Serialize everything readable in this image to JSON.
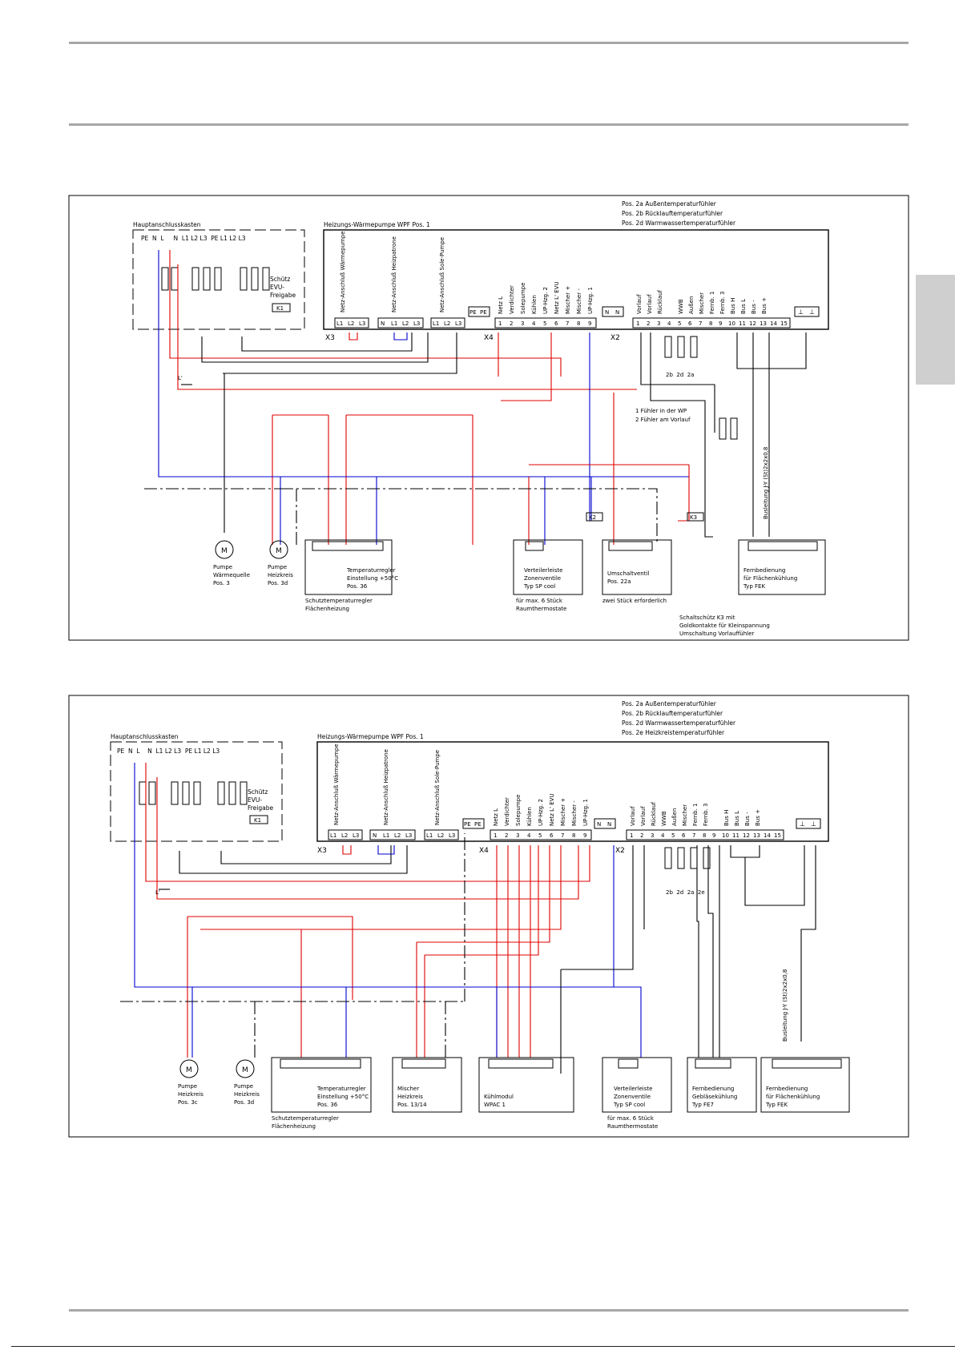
{
  "diagram1": {
    "legend": [
      "Pos. 2a Außentemperaturfühler",
      "Pos. 2b Rücklauftemperaturfühler",
      "Pos. 2d Warmwassertemperaturfühler"
    ],
    "hak_title": "Hauptanschlusskasten",
    "hak_terms": "PE  N  L     N  L1 L2 L3  PE L1 L2 L3",
    "schuetz": [
      "Schütz",
      "EVU-",
      "Freigabe"
    ],
    "k1": "K1",
    "wp_title": "Heizungs-Wärmepumpe WPF Pos. 1",
    "x3": "X3",
    "x4": "X4",
    "x2": "X2",
    "lprime": "L'",
    "fuehler_note": [
      "1 Fühler in der WP",
      "2 Fühler am Vorlauf"
    ],
    "bus": "Busleitung J-Y (St)2x2x0,8",
    "sensors": "2b  2d  2a",
    "k2": "K2",
    "k3": "K3",
    "box_pumpe_wq": [
      "Pumpe",
      "Wärmequelle",
      "Pos. 3"
    ],
    "box_pumpe_hk": [
      "Pumpe",
      "Heizkreis",
      "Pos. 3d"
    ],
    "box_temp": [
      "Temperaturregler",
      "Einstellung +50°C",
      "Pos. 36"
    ],
    "box_temp_sub": [
      "Schutztemperaturregler",
      "Flächenheizung"
    ],
    "box_vert": [
      "Verteilerleiste",
      "Zonenventile",
      "Typ SP cool"
    ],
    "box_vert_sub": [
      "für max. 6 Stück",
      "Raumthermostate"
    ],
    "box_umsch": [
      "Umschaltventil",
      "Pos. 22a"
    ],
    "box_umsch_sub": "zwei Stück erforderlich",
    "box_fern": [
      "Fernbedienung",
      "für Flächenkühlung",
      "Typ FEK"
    ],
    "k3_note": [
      "Schaltschütz K3 mit",
      "Goldkontakte für Kleinspannung",
      "Umschaltung Vorlauffühler"
    ]
  },
  "diagram2": {
    "legend": [
      "Pos. 2a Außentemperaturfühler",
      "Pos. 2b Rücklauftemperaturfühler",
      "Pos. 2d Warmwassertemperaturfühler",
      "Pos. 2e Heizkreistemperaturfühler"
    ],
    "hak_title": "Hauptanschlusskasten",
    "hak_terms": "PE  N  L    N  L1 L2 L3  PE L1 L2 L3",
    "schuetz": [
      "Schütz",
      "EVU-",
      "Freigabe"
    ],
    "k1": "K1",
    "wp_title": "Heizungs-Wärmepumpe WPF Pos. 1",
    "x3": "X3",
    "x4": "X4",
    "x2": "X2",
    "lprime": "L'",
    "bus": "Busleitung J-Y (St)2x2x0,8",
    "sensors": "2b  2d  2a  2e",
    "box_pumpe_a": [
      "Pumpe",
      "Heizkreis",
      "Pos. 3c"
    ],
    "box_pumpe_b": [
      "Pumpe",
      "Heizkreis",
      "Pos. 3d"
    ],
    "box_temp": [
      "Temperaturregler",
      "Einstellung +50°C",
      "Pos. 36"
    ],
    "box_temp_sub": [
      "Schutztemperaturregler",
      "Flächenheizung"
    ],
    "box_mischer": [
      "Mischer",
      "Heizkreis",
      "Pos. 13/14"
    ],
    "box_kuehl": [
      "Kühlmodul",
      "WPAC 1"
    ],
    "box_vert": [
      "Verteilerleiste",
      "Zonenventile",
      "Typ SP cool"
    ],
    "box_vert_sub": [
      "für max. 6 Stück",
      "Raumthermostate"
    ],
    "box_fe7": [
      "Fernbedienung",
      "Gebläsekühlung",
      "Typ FE7"
    ],
    "box_fek": [
      "Fernbedienung",
      "für Flächenkühlung",
      "Typ FEK"
    ]
  },
  "terminals": {
    "x3": [
      "L1",
      "L2",
      "L3",
      "N",
      "L1",
      "L2",
      "L3",
      "L1",
      "L2",
      "L3"
    ],
    "pe": [
      "PE",
      "PE"
    ],
    "x4": [
      "1",
      "2",
      "3",
      "4",
      "5",
      "6",
      "7",
      "8",
      "9"
    ],
    "nn": [
      "N",
      "N"
    ],
    "x2": [
      "1",
      "2",
      "3",
      "4",
      "5",
      "6",
      "7",
      "8",
      "9",
      "10",
      "11",
      "12",
      "13",
      "14",
      "15"
    ],
    "gnd": [
      "⊥",
      "⊥"
    ]
  },
  "labels": {
    "x3_top": [
      "Netz-Anschluß Wärmepumpe",
      "Netz-Anschluß Heizpatrone",
      "Netz-Anschluß Sole-Pumpe"
    ],
    "x4_top": [
      "Netz L",
      "Verdichter",
      "Solepumpe",
      "Kühlen",
      "UP-Hzg. 2",
      "Netz L' EVU",
      "Mischer +",
      "Mischer -",
      "UP-Hzg. 1"
    ],
    "x2_top": [
      "Vorlauf",
      "Vorlauf",
      "Rücklauf",
      "WWB",
      "Außen",
      "Mischer",
      "Fernb. 1",
      "Fernb. 3",
      "Bus H",
      "Bus L",
      "Bus -",
      "Bus +"
    ]
  },
  "colors": {
    "phase": "#e00000",
    "neutral": "#0000d0",
    "wire": "#000000",
    "rule": "#a7a7a7",
    "tab": "#cfcfcf"
  }
}
